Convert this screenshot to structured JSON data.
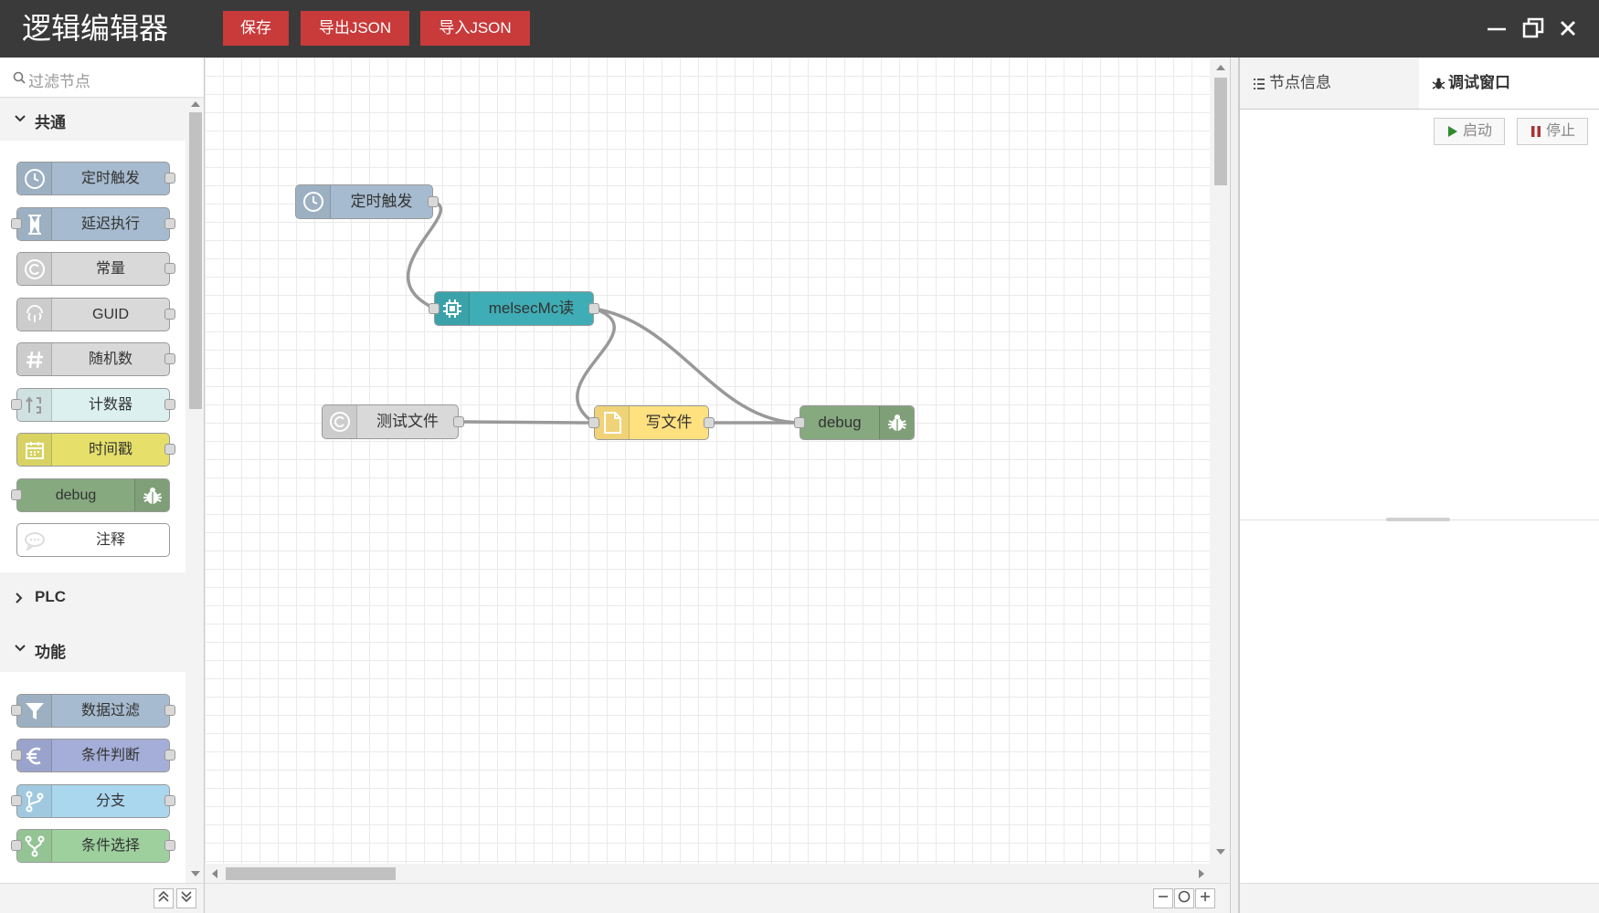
{
  "header": {
    "title": "逻辑编辑器",
    "buttons": {
      "save": "保存",
      "export": "导出JSON",
      "import": "导入JSON"
    }
  },
  "palette": {
    "filter_placeholder": "过滤节点",
    "categories": [
      {
        "name": "共通",
        "expanded": true
      },
      {
        "name": "PLC",
        "expanded": false
      },
      {
        "name": "功能",
        "expanded": true
      }
    ],
    "common_nodes": [
      {
        "label": "定时触发",
        "icon": "clock-icon",
        "color": "#a6bbcf"
      },
      {
        "label": "延迟执行",
        "icon": "hourglass-icon",
        "color": "#a6bbcf"
      },
      {
        "label": "常量",
        "icon": "copyright-icon",
        "color": "#d9d9d9"
      },
      {
        "label": "GUID",
        "icon": "fingerprint-icon",
        "color": "#d9d9d9"
      },
      {
        "label": "随机数",
        "icon": "hash-icon",
        "color": "#d9d9d9"
      },
      {
        "label": "计数器",
        "icon": "sort-numeric-icon",
        "color": "#dcf0f0"
      },
      {
        "label": "时间戳",
        "icon": "calendar-icon",
        "color": "#e6e06a"
      },
      {
        "label": "debug",
        "icon": "bug-icon",
        "color": "#87a980"
      },
      {
        "label": "注释",
        "icon": "comment-icon",
        "color": "#ffffff"
      }
    ],
    "function_nodes": [
      {
        "label": "数据过滤",
        "icon": "filter-icon",
        "color": "#a6bbcf"
      },
      {
        "label": "条件判断",
        "icon": "euro-icon",
        "color": "#a4aed8"
      },
      {
        "label": "分支",
        "icon": "branch-icon",
        "color": "#aad6ee"
      },
      {
        "label": "条件选择",
        "icon": "fork-icon",
        "color": "#9ed09e"
      }
    ]
  },
  "flow": {
    "nodes": [
      {
        "id": "n1",
        "label": "定时触发",
        "icon": "clock-icon",
        "color": "#a6bbcf"
      },
      {
        "id": "n2",
        "label": "melsecMc读",
        "icon": "chip-icon",
        "color": "#3fadb5"
      },
      {
        "id": "n3",
        "label": "测试文件",
        "icon": "copyright-icon",
        "color": "#d9d9d9"
      },
      {
        "id": "n4",
        "label": "写文件",
        "icon": "file-icon",
        "color": "#ffe180"
      },
      {
        "id": "n5",
        "label": "debug",
        "icon": "bug-icon",
        "color": "#87a980"
      }
    ],
    "wires": [
      {
        "from": "n1",
        "to": "n2"
      },
      {
        "from": "n2",
        "to": "n4"
      },
      {
        "from": "n2",
        "to": "n5"
      },
      {
        "from": "n3",
        "to": "n4"
      },
      {
        "from": "n4",
        "to": "n5"
      }
    ]
  },
  "sidebar": {
    "tabs": [
      {
        "label": "节点信息",
        "icon": "list-icon",
        "active": false
      },
      {
        "label": "调试窗口",
        "icon": "bug-icon",
        "active": true
      }
    ],
    "start_label": "启动",
    "stop_label": "停止"
  },
  "colors": {
    "header_bg": "#3a3a3a",
    "button_red": "#c93a3a",
    "wire": "#999999"
  }
}
